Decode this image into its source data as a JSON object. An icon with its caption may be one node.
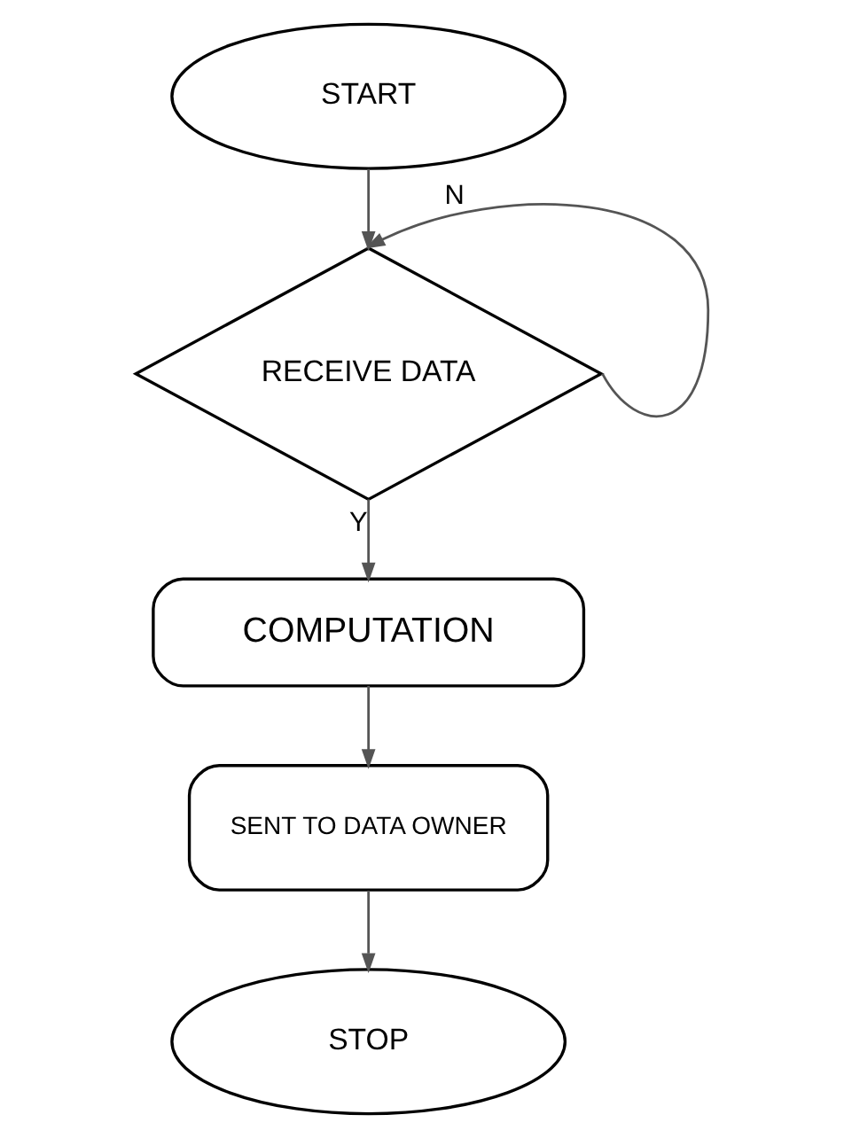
{
  "diagram": {
    "nodes": [
      {
        "text": [
          "START"
        ]
      },
      {
        "text": [
          "RECEIVE DATA"
        ]
      },
      {
        "text": [
          "COMPUTATION"
        ]
      },
      {
        "text": [
          "SENT TO DATA OWNER"
        ]
      },
      {
        "text": [
          "STOP"
        ]
      }
    ],
    "edges": [
      {
        "from": 0,
        "to": 1,
        "arrow": "to"
      },
      {
        "from": 1,
        "to": 1,
        "arrow": "to",
        "label": "N"
      },
      {
        "from": 1,
        "to": 2,
        "arrow": "to",
        "label": "Y"
      },
      {
        "from": 2,
        "to": 3,
        "arrow": "to"
      },
      {
        "from": 3,
        "to": 4,
        "arrow": "to"
      }
    ]
  }
}
